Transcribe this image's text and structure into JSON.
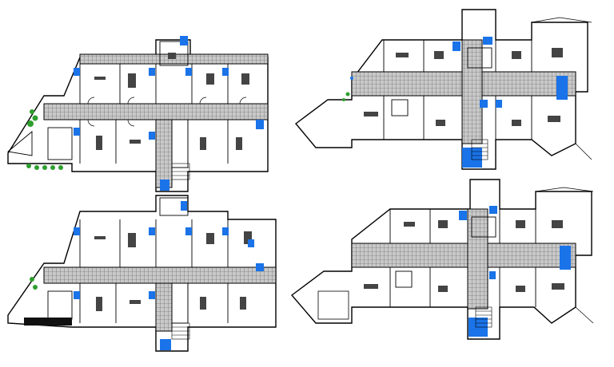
{
  "drawing": {
    "kind": "architectural floor plans",
    "plan_count": 4,
    "colors": {
      "wall": "#000000",
      "corridor_tile": "#9a9a9a",
      "corridor_bg": "#c9c9c9",
      "wet_area": "#1a73e8",
      "landscape": "#2e9e2e",
      "paper": "#ffffff"
    }
  },
  "plans": [
    {
      "id": "plan-top-left",
      "variant": "type-A"
    },
    {
      "id": "plan-top-right",
      "variant": "type-B"
    },
    {
      "id": "plan-bottom-left",
      "variant": "type-A"
    },
    {
      "id": "plan-bottom-right",
      "variant": "type-B"
    }
  ]
}
